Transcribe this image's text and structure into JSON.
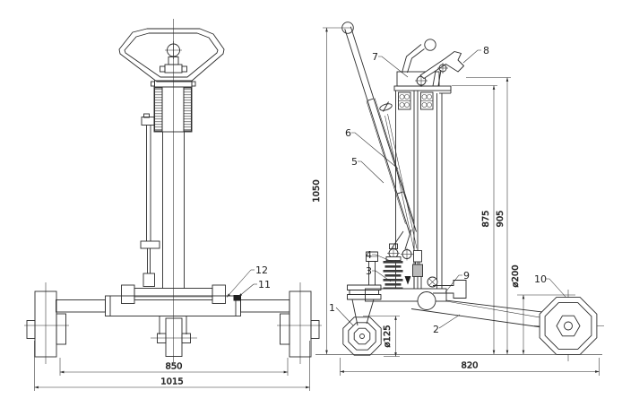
{
  "meta": {
    "background": "#ffffff",
    "line_color": "#2b2b2b"
  },
  "front_view": {
    "part_labels": {
      "11": "11",
      "12": "12"
    },
    "dimensions": {
      "wheel_track": "850",
      "overall_width": "1015"
    }
  },
  "side_view": {
    "part_labels": {
      "1": "1",
      "2": "2",
      "3": "3",
      "4": "4",
      "5": "5",
      "6": "6",
      "7": "7",
      "8": "8",
      "9": "9",
      "10": "10"
    },
    "dimensions": {
      "overall_height": "1050",
      "height_to_pump_top": "875",
      "height_to_handle_latch": "905",
      "rear_wheel_diameter": "ø200",
      "caster_wheel_diameter": "ø125",
      "overall_length": "820"
    }
  }
}
